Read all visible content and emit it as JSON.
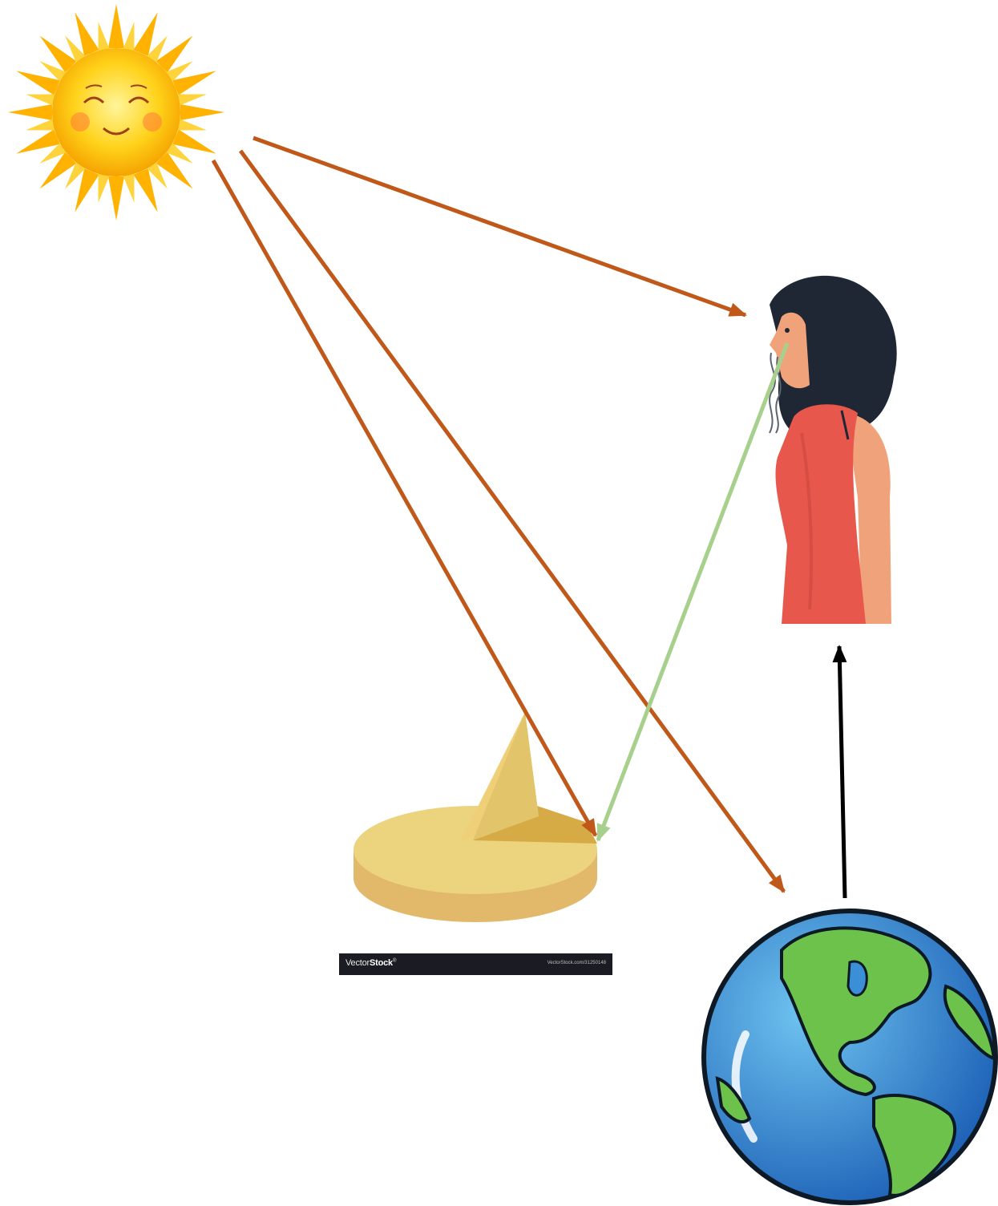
{
  "watermark": {
    "brand_light": "Vector",
    "brand_bold": "Stock",
    "brand_mark": "®",
    "url": "VectorStock.com/31250148"
  },
  "colors": {
    "sun_ray_arrow": "#c0581a",
    "reflection_arrow": "#a8d08d",
    "earth_arrow": "#000000",
    "earth_ocean": "#3a8fd6",
    "earth_land": "#6cc24a",
    "sundial_base": "#e8d27a",
    "person_dress": "#e8574b",
    "person_hair": "#1e2733"
  },
  "icons": [
    "sun-icon",
    "person-icon",
    "sundial-icon",
    "earth-icon"
  ]
}
